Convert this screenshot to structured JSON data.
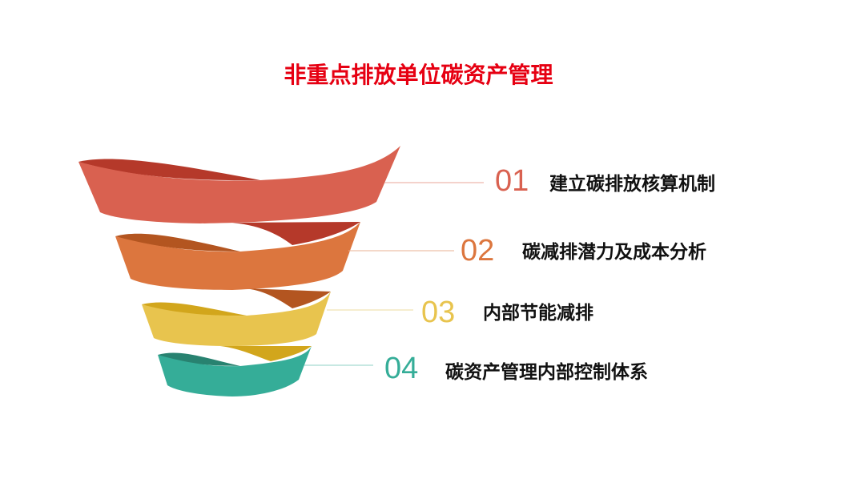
{
  "title": "非重点排放单位碳资产管理",
  "items": [
    {
      "num": "01",
      "label": "建立碳排放核算机制",
      "color": "#d96150",
      "dark": "#b5392a"
    },
    {
      "num": "02",
      "label": "碳减排潜力及成本分析",
      "color": "#dc763e",
      "dark": "#b35520"
    },
    {
      "num": "03",
      "label": "内部节能减排",
      "color": "#e8c44e",
      "dark": "#d2a61c"
    },
    {
      "num": "04",
      "label": "碳资产管理内部控制体系",
      "color": "#35ad98",
      "dark": "#288270"
    }
  ]
}
